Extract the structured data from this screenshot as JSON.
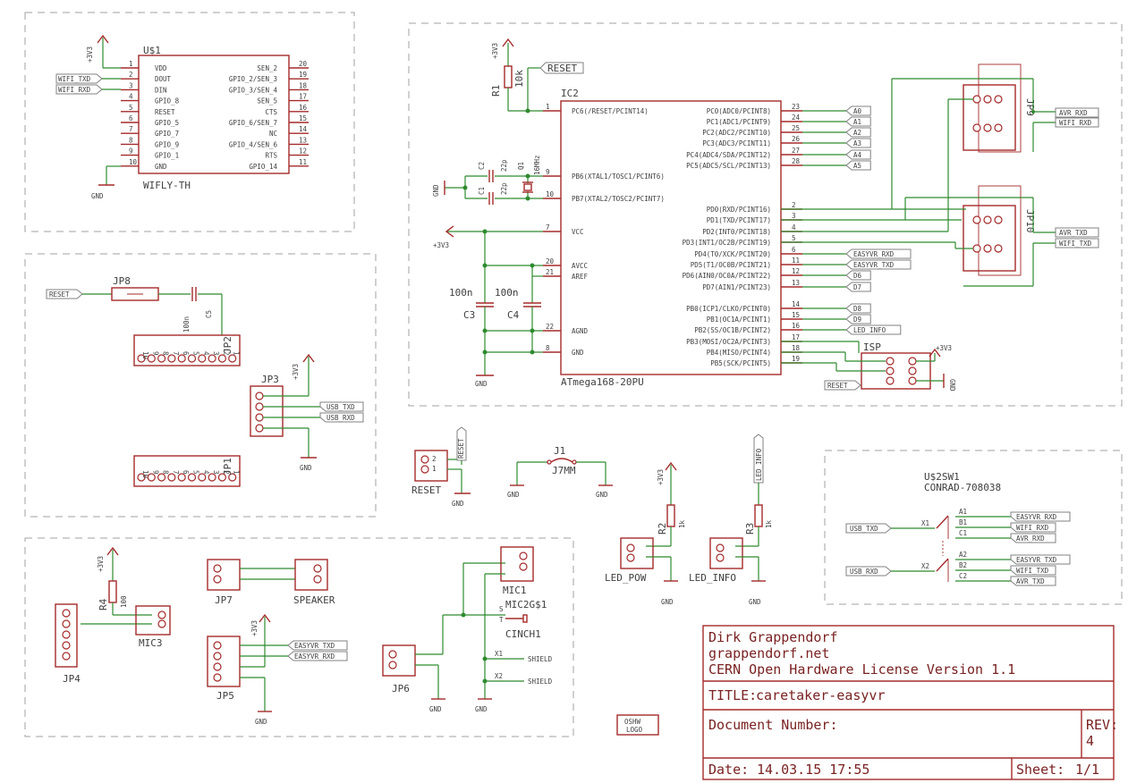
{
  "title_block": {
    "author": "Dirk Grappendorf",
    "website": "grappendorf.net",
    "license": "CERN Open Hardware License Version 1.1",
    "title_label": "TITLE:",
    "title_value": "caretaker-easyvr",
    "docnum_label": "Document Number:",
    "rev_label": "REV:",
    "rev_value": "4",
    "date_label": "Date:",
    "date_value": "14.03.15 17:55",
    "sheet_label": "Sheet:",
    "sheet_value": "1/1"
  },
  "oshw_logo": [
    "OSHW",
    "LOGO"
  ],
  "power": {
    "v33": "+3V3",
    "gnd": "GND"
  },
  "wifly": {
    "name": "U$1",
    "value": "WIFLY-TH",
    "left_pins": [
      {
        "num": "1",
        "name": "VDD"
      },
      {
        "num": "2",
        "name": "DOUT"
      },
      {
        "num": "3",
        "name": "DIN"
      },
      {
        "num": "4",
        "name": "GPIO_8"
      },
      {
        "num": "5",
        "name": "RESET"
      },
      {
        "num": "6",
        "name": "GPIO_5"
      },
      {
        "num": "7",
        "name": "GPIO_7"
      },
      {
        "num": "8",
        "name": "GPIO_9"
      },
      {
        "num": "9",
        "name": "GPIO_1"
      },
      {
        "num": "10",
        "name": "GND"
      }
    ],
    "right_pins": [
      {
        "num": "20",
        "name": "SEN_2"
      },
      {
        "num": "19",
        "name": "GPIO_2/SEN_3"
      },
      {
        "num": "18",
        "name": "GPIO_3/SEN_4"
      },
      {
        "num": "17",
        "name": "SEN_5"
      },
      {
        "num": "16",
        "name": "CTS"
      },
      {
        "num": "15",
        "name": "GPIO_6/SEN_7"
      },
      {
        "num": "14",
        "name": "NC"
      },
      {
        "num": "13",
        "name": "GPIO_4/SEN_6"
      },
      {
        "num": "12",
        "name": "RTS"
      },
      {
        "num": "11",
        "name": "GPIO_14"
      }
    ],
    "net_txd": "WIFI_TXD",
    "net_rxd": "WIFI_RXD"
  },
  "mcu": {
    "name": "IC2",
    "value": "ATmega168-20PU",
    "left_pins": [
      {
        "num": "1",
        "name": "PC6(/RESET/PCINT14)"
      },
      {
        "num": "9",
        "name": "PB6(XTAL1/TOSC1/PCINT6)"
      },
      {
        "num": "10",
        "name": "PB7(XTAL2/TOSC2/PCINT7)"
      },
      {
        "num": "7",
        "name": "VCC"
      },
      {
        "num": "20",
        "name": "AVCC"
      },
      {
        "num": "21",
        "name": "AREF"
      },
      {
        "num": "22",
        "name": "AGND"
      },
      {
        "num": "8",
        "name": "GND"
      }
    ],
    "right_pins": [
      {
        "num": "23",
        "name": "PC0(ADC0/PCINT8)",
        "net": "A0"
      },
      {
        "num": "24",
        "name": "PC1(ADC1/PCINT9)",
        "net": "A1"
      },
      {
        "num": "25",
        "name": "PC2(ADC2/PCINT10)",
        "net": "A2"
      },
      {
        "num": "26",
        "name": "PC3(ADC3/PCINT11)",
        "net": "A3"
      },
      {
        "num": "27",
        "name": "PC4(ADC4/SDA/PCINT12)",
        "net": "A4"
      },
      {
        "num": "28",
        "name": "PC5(ADC5/SCL/PCINT13)",
        "net": "A5"
      },
      {
        "num": "2",
        "name": "PD0(RXD/PCINT16)",
        "net": ""
      },
      {
        "num": "3",
        "name": "PD1(TXD/PCINT17)",
        "net": ""
      },
      {
        "num": "4",
        "name": "PD2(INT0/PCINT18)",
        "net": ""
      },
      {
        "num": "5",
        "name": "PD3(INT1/OC2B/PCINT19)",
        "net": ""
      },
      {
        "num": "6",
        "name": "PD4(T0/XCK/PCINT20)",
        "net": "EASYVR_RXD"
      },
      {
        "num": "11",
        "name": "PD5(T1/OC0B/PCINT21)",
        "net": "EASYVR_TXD"
      },
      {
        "num": "12",
        "name": "PD6(AIN0/OC0A/PCINT22)",
        "net": "D6"
      },
      {
        "num": "13",
        "name": "PD7(AIN1/PCINT23)",
        "net": "D7"
      },
      {
        "num": "14",
        "name": "PB0(ICP1/CLKO/PCINT0)",
        "net": "D8"
      },
      {
        "num": "15",
        "name": "PB1(OC1A/PCINT1)",
        "net": "D9"
      },
      {
        "num": "16",
        "name": "PB2(SS/OC1B/PCINT2)",
        "net": "LED_INFO"
      },
      {
        "num": "17",
        "name": "PB3(MOSI/OC2A/PCINT3)",
        "net": ""
      },
      {
        "num": "18",
        "name": "PB4(MISO/PCINT4)",
        "net": ""
      },
      {
        "num": "19",
        "name": "PB5(SCK/PCINT5)",
        "net": ""
      }
    ]
  },
  "parts": {
    "r1": {
      "name": "R1",
      "value": "10k"
    },
    "c1": {
      "name": "C1",
      "value": "22p"
    },
    "c2": {
      "name": "C2",
      "value": "22p"
    },
    "q1": {
      "name": "Q1",
      "value": "16MHz"
    },
    "c3": {
      "name": "C3",
      "value": "100n"
    },
    "c4": {
      "name": "C4",
      "value": "100n"
    },
    "c5": {
      "name": "C5",
      "value": "100n"
    },
    "r2": {
      "name": "R2",
      "value": "1k"
    },
    "r3": {
      "name": "R3",
      "value": "1k"
    },
    "r4": {
      "name": "R4",
      "value": "100"
    },
    "jp8": "JP8",
    "jp2": "JP2",
    "jp3": "JP3",
    "jp1": "JP1",
    "jp9": "JP9",
    "jp10": "JP10",
    "isp": "ISP",
    "jp4": "JP4",
    "mic3": "MIC3",
    "jp7": "JP7",
    "speaker": "SPEAKER",
    "jp5": "JP5",
    "jp6": "JP6",
    "mic1": "MIC1",
    "cinch_name": "MIC2G$1",
    "cinch_value": "CINCH1",
    "reset_jp": "RESET",
    "j1": "J1",
    "j1_value": "J7MM",
    "led_pow": "LED_POW",
    "led_info": "LED_INFO",
    "sw_name": "U$2SW1",
    "sw_value": "CONRAD-708038"
  },
  "nets": {
    "reset": "RESET",
    "usb_txd": "USB_TXD",
    "usb_rxd": "USB_RXD",
    "easyvr_txd": "EASYVR_TXD",
    "easyvr_rxd": "EASYVR_RXD",
    "avr_rxd": "AVR_RXD",
    "avr_txd": "AVR_TXD",
    "wifi_rxd": "WIFI_RXD",
    "wifi_txd": "WIFI_TXD",
    "led_info": "LED_INFO",
    "shield": "SHIELD"
  },
  "switch_contacts": {
    "x1": "X1",
    "x2": "X2",
    "a1": "A1",
    "b1": "B1",
    "c1": "C1",
    "a2": "A2",
    "b2": "B2",
    "c2": "C2"
  },
  "cinch_pins": {
    "s": "S",
    "t": "T",
    "x1": "X1",
    "x2": "X2"
  }
}
